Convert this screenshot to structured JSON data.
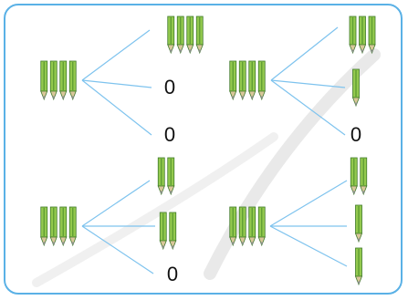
{
  "colors": {
    "frame_border": "#5ab1e6",
    "branch_line": "#7ec3ee",
    "pencil_body": "#93c94e",
    "pencil_stripe": "#5f9e33",
    "pencil_tip": "#8a8f8c",
    "pencil_outline": "#3f7a2a",
    "swoosh": "#e9e9e9"
  },
  "icons": [
    "pencil-icon"
  ],
  "diagrams": [
    {
      "name": "top-left",
      "whole_pencils": 4,
      "parts": [
        {
          "kind": "pencils",
          "count": 4
        },
        {
          "kind": "number",
          "text": "0"
        },
        {
          "kind": "number",
          "text": "0"
        }
      ]
    },
    {
      "name": "top-right",
      "whole_pencils": 4,
      "parts": [
        {
          "kind": "pencils",
          "count": 3
        },
        {
          "kind": "pencils",
          "count": 1
        },
        {
          "kind": "number",
          "text": "0"
        }
      ]
    },
    {
      "name": "bottom-left",
      "whole_pencils": 4,
      "parts": [
        {
          "kind": "pencils",
          "count": 2
        },
        {
          "kind": "pencils",
          "count": 2
        },
        {
          "kind": "number",
          "text": "0"
        }
      ]
    },
    {
      "name": "bottom-right",
      "whole_pencils": 4,
      "parts": [
        {
          "kind": "pencils",
          "count": 2
        },
        {
          "kind": "pencils",
          "count": 1
        },
        {
          "kind": "pencils",
          "count": 1
        }
      ]
    }
  ]
}
